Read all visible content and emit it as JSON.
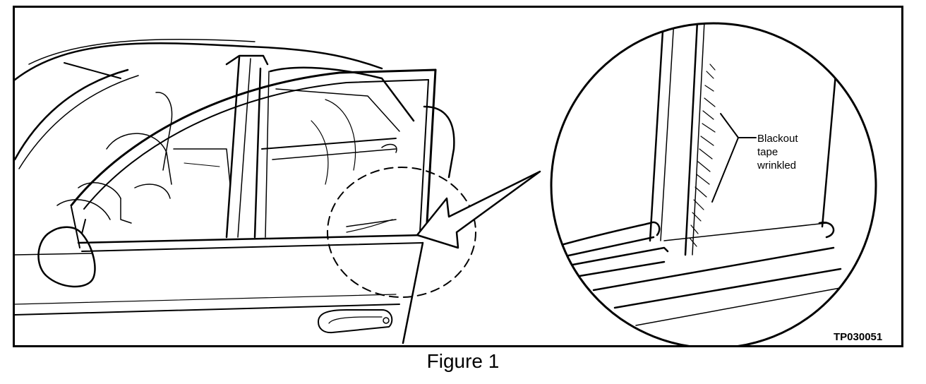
{
  "figure": {
    "callout": {
      "line1": "Blackout",
      "line2": "tape",
      "line3": "wrinkled"
    },
    "code": "TP030051",
    "caption": "Figure 1"
  },
  "colors": {
    "line": "#000000",
    "background": "#ffffff"
  }
}
